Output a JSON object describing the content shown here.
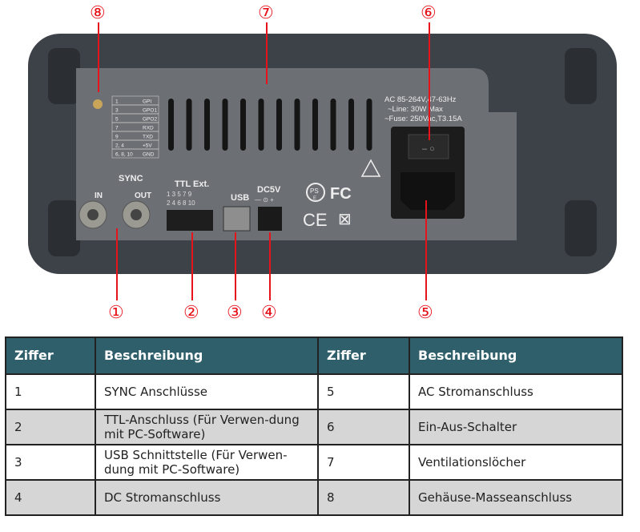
{
  "callouts": {
    "c1": "①",
    "c2": "②",
    "c3": "③",
    "c4": "④",
    "c5": "⑤",
    "c6": "⑥",
    "c7": "⑦",
    "c8": "⑧"
  },
  "panel": {
    "pin_table": [
      [
        "1",
        "GPI"
      ],
      [
        "3",
        "GPO1"
      ],
      [
        "5",
        "GPO2"
      ],
      [
        "7",
        "RXD"
      ],
      [
        "9",
        "TXD"
      ],
      [
        "2, 4",
        "+5V"
      ],
      [
        "6, 8, 10",
        "GND"
      ]
    ],
    "sync": "SYNC",
    "in": "IN",
    "out": "OUT",
    "ttl": "TTL Ext.",
    "ttl_top": "1 3 5 7 9",
    "ttl_bottom": "2 4 6 8 10",
    "usb": "USB",
    "dc": "DC5V",
    "dc_polarity": "— ⊙ +",
    "ac_line1": "AC  85-264V,47-63Hz",
    "ac_line2": "~Line: 30W Max",
    "ac_line3": "~Fuse: 250Vac,T3.15A",
    "ps": "PS",
    "ps_e": "E",
    "fc": "FC",
    "ce": "CE"
  },
  "colors": {
    "header": "#2e5f6b",
    "callout": "#e8121b",
    "row_alt": "#d6d6d6"
  },
  "table": {
    "headers": [
      "Ziffer",
      "Beschreibung",
      "Ziffer",
      "Beschreibung"
    ],
    "rows": [
      [
        "1",
        "SYNC Anschlüsse",
        "5",
        "AC Stromanschluss"
      ],
      [
        "2",
        "TTL-Anschluss (Für Verwen-dung mit PC-Software)",
        "6",
        "Ein-Aus-Schalter"
      ],
      [
        "3",
        "USB Schnittstelle (Für Verwen-dung mit PC-Software)",
        "7",
        "Ventilationslöcher"
      ],
      [
        "4",
        "DC Stromanschluss",
        "8",
        "Gehäuse-Masseanschluss"
      ]
    ]
  }
}
